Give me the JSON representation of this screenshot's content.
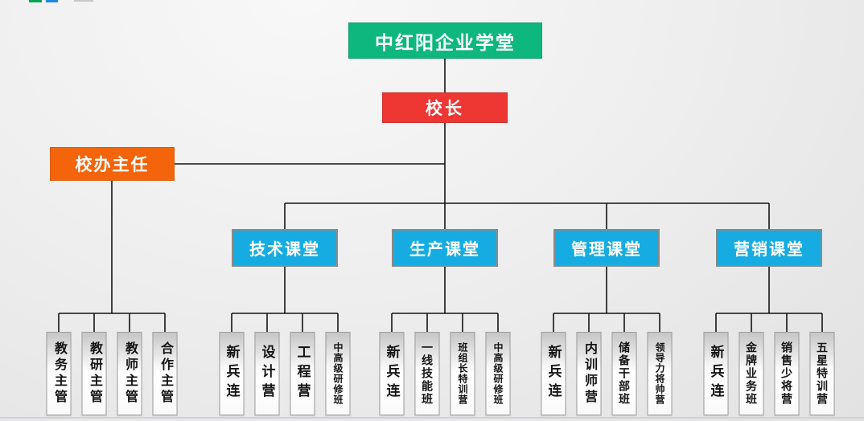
{
  "palette": {
    "root_green": "#0EB77E",
    "principal_red": "#EE3633",
    "office_orange": "#F4650B",
    "dept_blue": "#16ACE1",
    "leaf_border_gray": "#9E9E9E",
    "connector_black": "#141414",
    "decor_strip_green": "#00A651",
    "decor_strip_blue": "#1E88E5"
  },
  "org": {
    "root": {
      "label": "中红阳企业学堂"
    },
    "principal": {
      "label": "校长"
    },
    "office_director": {
      "label": "校办主任",
      "children": [
        "教务主管",
        "教研主管",
        "教师主管",
        "合作主管"
      ]
    },
    "departments": [
      {
        "label": "技术课堂",
        "children": [
          "新兵连",
          "设计营",
          "工程营",
          "中高级研修班"
        ]
      },
      {
        "label": "生产课堂",
        "children": [
          "新兵连",
          "一线技能班",
          "班组长特训营",
          "中高级研修班"
        ]
      },
      {
        "label": "管理课堂",
        "children": [
          "新兵连",
          "内训师营",
          "储备干部班",
          "领导力将帅营"
        ]
      },
      {
        "label": "营销课堂",
        "children": [
          "新兵连",
          "金牌业务班",
          "销售少将营",
          "五星特训营"
        ]
      }
    ]
  }
}
